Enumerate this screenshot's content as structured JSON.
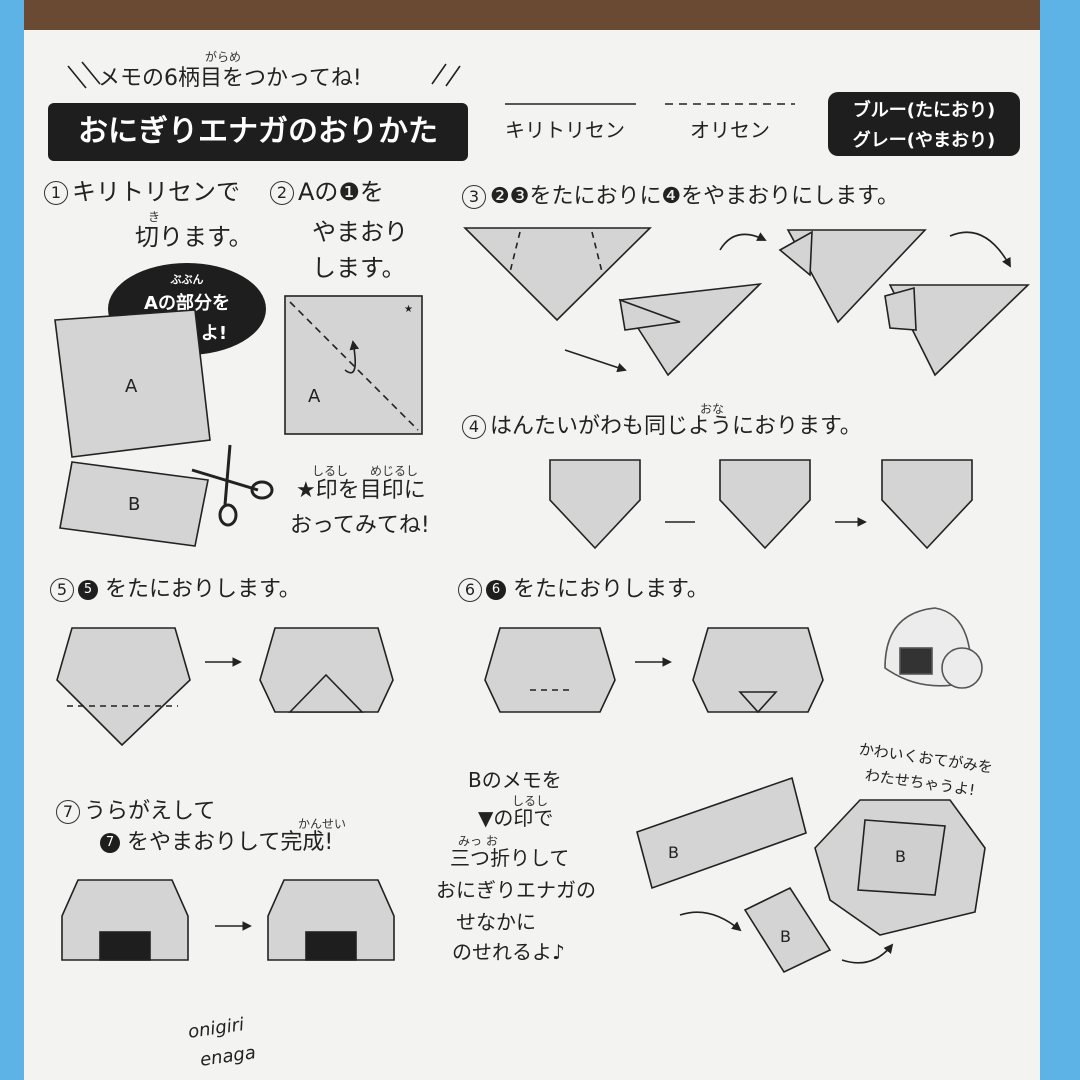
{
  "header": {
    "subtitle": "メモの6柄目をつかってね!",
    "subtitle_ruby": "がらめ",
    "title": "おにぎりエナガのおりかた",
    "legend_cut": "キリトリセン",
    "legend_fold": "オリセン",
    "legend_box": [
      "ブルー(たにおり)",
      "グレー(やまおり)"
    ]
  },
  "steps": {
    "s1": {
      "num": "1",
      "text1": "キリトリセンで",
      "text2": "切ります。",
      "ruby": "き"
    },
    "s2": {
      "num": "2",
      "lines": [
        "Aの❶を",
        "やまおり",
        "します。"
      ]
    },
    "bubble": {
      "ruby": "ぶぶん",
      "lines": [
        "Aの部分を",
        "つかうよ!"
      ]
    },
    "mark_note": {
      "ruby1": "しるし",
      "ruby2": "めじるし",
      "lines": [
        "★印を目印に",
        "おってみてね!"
      ]
    },
    "s3": {
      "num": "3",
      "text": "❷❸をたにおりに❹をやまおりにします。"
    },
    "s4": {
      "num": "4",
      "text": "はんたいがわも同じようにおります。",
      "ruby": "おな"
    },
    "s5": {
      "num": "5",
      "text": "をたにおりします。",
      "bullet": "5"
    },
    "s6": {
      "num": "6",
      "text": "をたにおりします。",
      "bullet": "6"
    },
    "s7": {
      "num": "7",
      "text1": "うらがえして",
      "text2": "をやまおりして完成!",
      "bullet": "7",
      "ruby": "かんせい"
    },
    "memo": {
      "lines": [
        "Bのメモを",
        "▼の印で",
        "三つ折りして",
        "おにぎりエナガの",
        "せなかに",
        "のせれるよ♪"
      ],
      "ruby1": "しるし",
      "ruby2": "みっ お"
    },
    "letter": {
      "lines": [
        "かわいくおてがみを",
        "わたせちゃうよ!"
      ]
    }
  },
  "diagram_labels": {
    "a": "A",
    "b": "B",
    "star": "★"
  },
  "footer": {
    "line1": "onigiri",
    "line2": "enaga"
  },
  "colors": {
    "paper": "#f3f3f1",
    "border": "#6b4a33",
    "background": "#5eb3e6",
    "fill": "#d4d4d4",
    "ink": "#222222"
  }
}
